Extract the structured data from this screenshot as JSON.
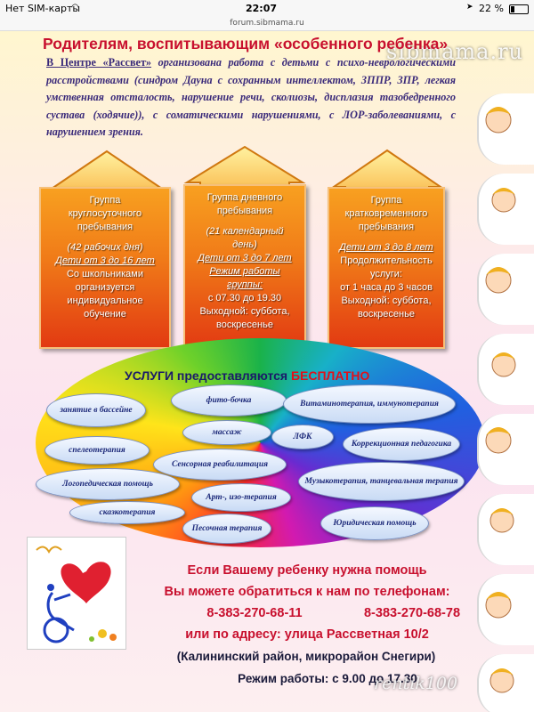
{
  "status": {
    "carrier": "Нет SIM-карты",
    "time": "22:07",
    "battery": "22 %"
  },
  "url": "forum.sibmama.ru",
  "watermark": "sibmama.ru",
  "title": "Родителям, воспитывающим «особенного ребенка»",
  "intro": {
    "lead": "В Центре «Рассвет»",
    "text": " организована работа с детьми с психо-неврологическими расстройствами (синдром Дауна с сохранным интеллектом, ЗППР, ЗПР, легкая умственная отсталость, нарушение речи, сколиозы, дисплазия тазобедренного сустава (ходячие)), с соматическими нарушениями, с ЛОР-заболеваниями, с нарушением зрения."
  },
  "groups": [
    {
      "lines": [
        "Группа",
        "круглосуточного",
        "пребывания",
        "",
        "(42 рабочих дня)"
      ],
      "age": "Дети от 3 до 16 лет",
      "tail": [
        "Со школьниками",
        "организуется",
        "индивидуальное",
        "обучение"
      ]
    },
    {
      "lines": [
        "Группа дневного",
        "пребывания",
        "",
        "(21 календарный",
        "день)"
      ],
      "age": "Дети от 3 до 7 лет",
      "mode": [
        "Режим работы",
        "группы:"
      ],
      "tail": [
        "с 07.30 до 19.30",
        "Выходной: суббота,",
        "воскресенье"
      ]
    },
    {
      "lines": [
        "Группа",
        "кратковременного",
        "пребывания",
        ""
      ],
      "age": "Дети от 3 до 8 лет",
      "tail": [
        "Продолжительность",
        "услуги:",
        "от 1 часа до 3 часов",
        "Выходной: суббота,",
        "воскресенье"
      ]
    }
  ],
  "services": {
    "title": "УСЛУГИ предоставляются ",
    "free": "БЕСПЛАТНО",
    "items": [
      "занятие в бассейне",
      "фито-бочка",
      "Витаминотерапия, иммунотерапия",
      "массаж",
      "ЛФК",
      "спелеотерапия",
      "Коррекционная педагогика",
      "Сенсорная реабилитация",
      "Логопедическая помощь",
      "Музыкотерапия, танцевальная терапия",
      "Арт-, изо-терапия",
      "сказкотерапия",
      "Юридическая помощь",
      "Песочная терапия"
    ]
  },
  "contact": {
    "line1": "Если Вашему ребенку нужна помощь",
    "line2": "Вы можете обратиться к нам по телефонам:",
    "phone1": "8-383-270-68-11",
    "phone2": "8-383-270-68-78",
    "address": "или по адресу: улица Рассветная 10/2",
    "district": "(Калининский район, микрорайон Снегири)",
    "hours": "Режим работы: с 9.00  до 17.30"
  },
  "footer_watermark": "rentik100",
  "colors": {
    "title": "#c8102e",
    "intro": "#3a2a7a",
    "contact_red": "#c8102e",
    "contact_dark": "#1a1a3a"
  }
}
